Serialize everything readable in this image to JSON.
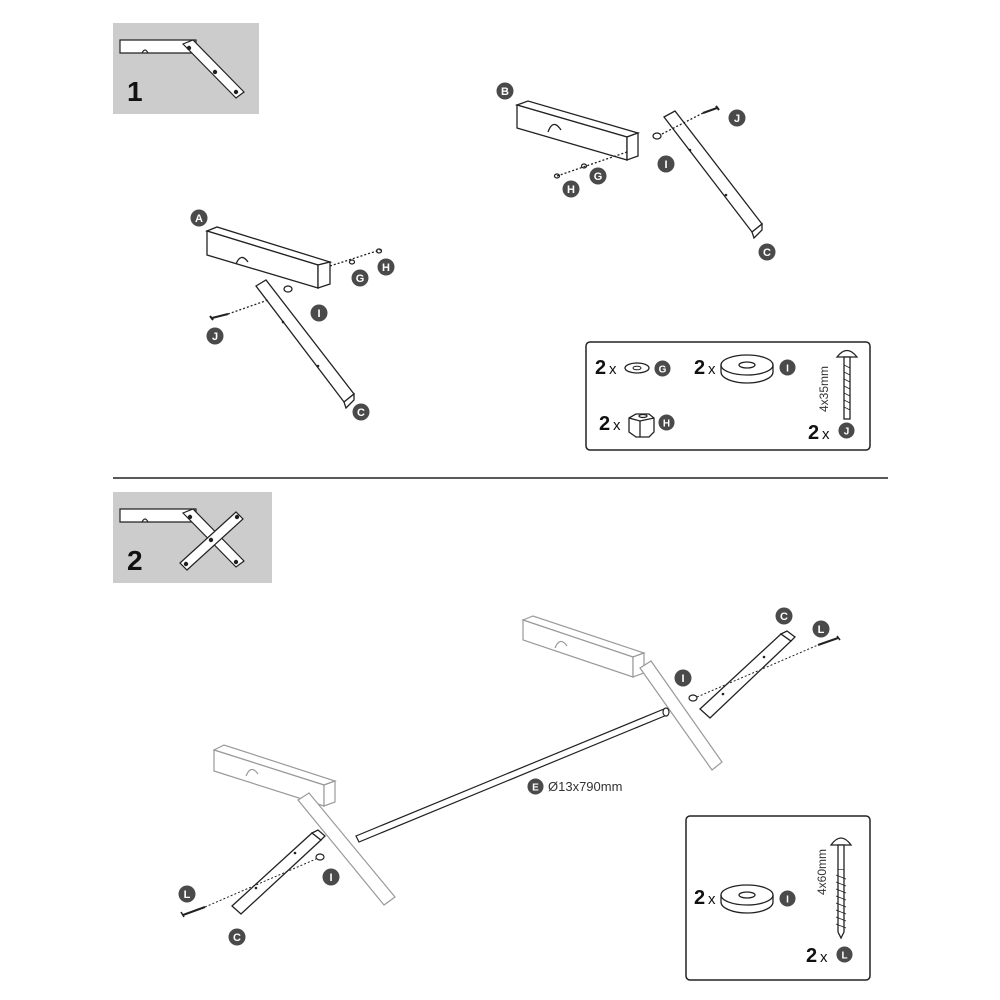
{
  "steps": [
    {
      "number": "1"
    },
    {
      "number": "2"
    }
  ],
  "part_labels": {
    "A": "A",
    "B": "B",
    "C": "C",
    "E": "E",
    "G": "G",
    "H": "H",
    "I": "I",
    "J": "J",
    "L": "L"
  },
  "rod_spec": "Ø13x790mm",
  "hardware_box_1": {
    "items": [
      {
        "qty": "2",
        "times": "x",
        "part": "G",
        "icon": "washer-small-icon"
      },
      {
        "qty": "2",
        "times": "x",
        "part": "I",
        "icon": "washer-large-icon"
      },
      {
        "qty": "2",
        "times": "x",
        "part": "H",
        "icon": "nut-icon"
      },
      {
        "qty": "2",
        "times": "x",
        "part": "J",
        "icon": "bolt-icon"
      }
    ],
    "bolt_size": "4x35mm"
  },
  "hardware_box_2": {
    "items": [
      {
        "qty": "2",
        "times": "x",
        "part": "I",
        "icon": "washer-large-icon"
      },
      {
        "qty": "2",
        "times": "x",
        "part": "L",
        "icon": "screw-icon"
      }
    ],
    "screw_size": "4x60mm"
  },
  "colors": {
    "badge": "#4a4a4a",
    "thumb_bg": "#cccccc",
    "line": "#222222",
    "ghost": "#9a9a9a"
  }
}
